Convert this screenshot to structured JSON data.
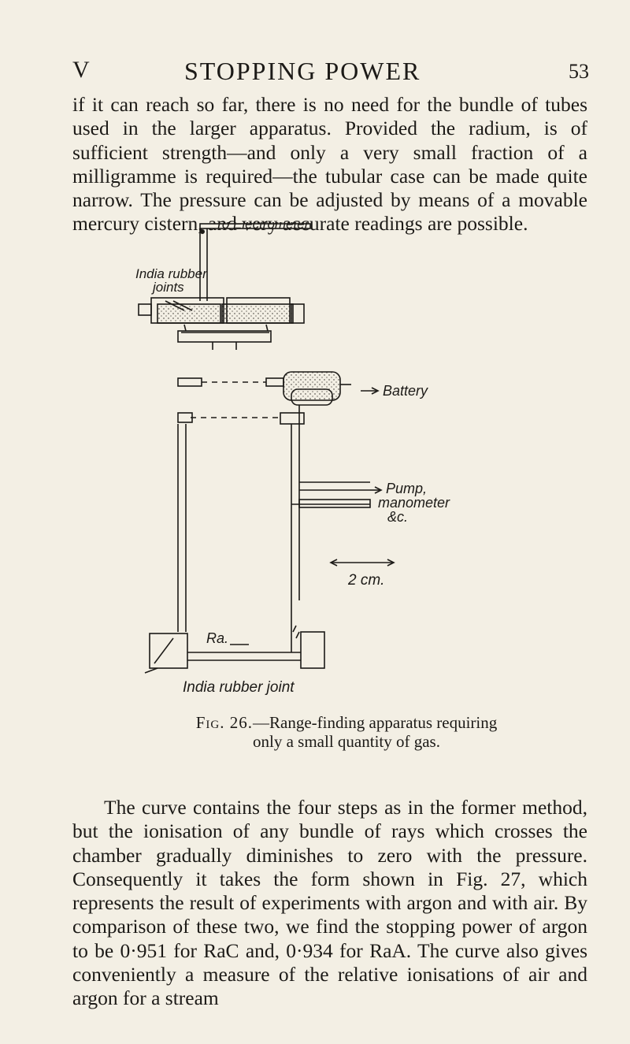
{
  "header": {
    "chapter": "V",
    "title": "STOPPING POWER",
    "page_number": "53"
  },
  "paragraphs": {
    "p1": "if it can reach so far, there is no need for the bundle of tubes used in the larger apparatus. Provided the radium, is of sufficient strength—and only a very small fraction of a milligramme is required—the tubular case can be made quite narrow. The pressure can be adjusted by means of a movable mercury cistern, and very accurate readings are possible.",
    "p2": "The curve contains the four steps as in the former method, but the ionisation of any bundle of rays which crosses the chamber gradually diminishes to zero with the pressure. Consequently it takes the form shown in Fig. 27, which represents the result of experiments with argon and with air. By comparison of these two, we find the stopping power of argon to be 0·951 for RaC and, 0·934 for RaA. The curve also gives conveniently a measure of the relative ionisations of air and argon for a stream"
  },
  "figure": {
    "labels": {
      "electrometer": "To Electrometer",
      "joints_line1": "India  rubber",
      "joints_line2": "joints",
      "battery": "Battery",
      "pump_line1": "Pump,",
      "pump_line2": "manometer",
      "pump_line3": "&c.",
      "scale": "2 cm.",
      "radium": "Ra.",
      "bottom_joint": "India  rubber  joint"
    },
    "caption_prefix": "Fig. 26.",
    "caption_text": "—Range-finding apparatus requiring only a small quantity of gas."
  }
}
